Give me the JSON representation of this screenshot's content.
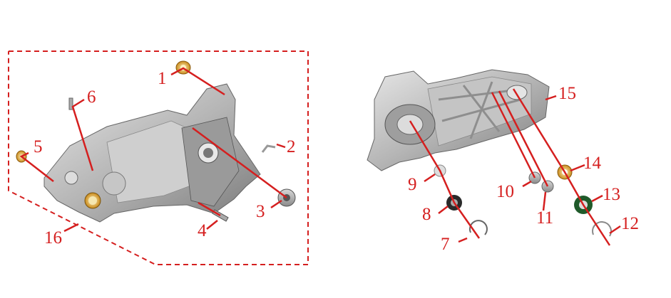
{
  "diagram": {
    "type": "exploded-parts-diagram",
    "callouts": [
      "1",
      "2",
      "3",
      "4",
      "5",
      "6",
      "7",
      "8",
      "9",
      "10",
      "11",
      "12",
      "13",
      "14",
      "15",
      "16"
    ],
    "colors": {
      "callout": "#d51f1f",
      "casing": "#b8b8b8",
      "casing_dark": "#6e6e6e",
      "bushing": "#d49a2a",
      "seal_dark": "#2a2a2a",
      "seal_green": "#1f5a2a"
    }
  }
}
